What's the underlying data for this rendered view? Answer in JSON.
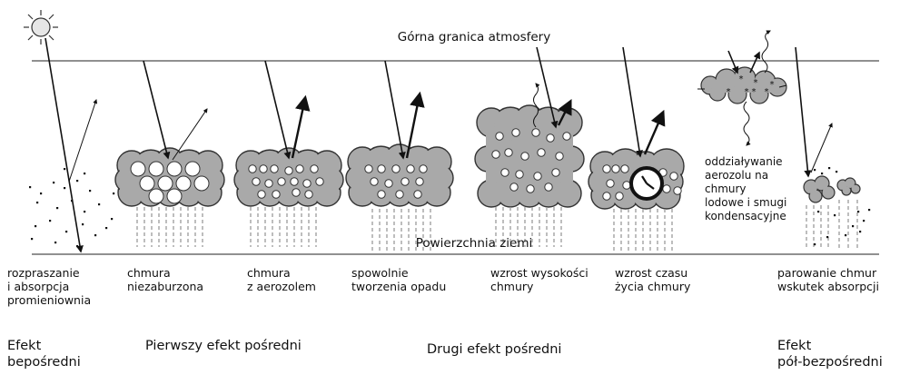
{
  "top_label": "Górna granica atmosfery",
  "surface_label": "Powierzchnia ziemi",
  "panels": [
    {
      "label": "rozpraszanie\ni absorpcja\npromieniownia"
    },
    {
      "label": "chmura\nniezaburzona"
    },
    {
      "label": "chmura\nz aerozolem"
    },
    {
      "label": "spowolnie\ntworzenia opadu"
    },
    {
      "label": "wzrost wysokości\nchmury"
    },
    {
      "label": "wzrost czasu\nżycia chmury"
    },
    {
      "label": "parowanie chmur\nwskutek absorpcji"
    }
  ],
  "ice_label": "oddziaływanie\naerozolu na\nchmury\nlodowe i smugi\nkondensacyjne",
  "effects": [
    {
      "label": "Efekt\nbepośredni"
    },
    {
      "label": "Pierwszy efekt pośredni"
    },
    {
      "label": "Drugi efekt pośredni"
    },
    {
      "label": "Efekt\npół-bezpośredni"
    }
  ],
  "colors": {
    "cloud_fill": "#a9a9a9",
    "cloud_stroke": "#333333",
    "rain": "#9a9a9a",
    "line": "#222222"
  }
}
